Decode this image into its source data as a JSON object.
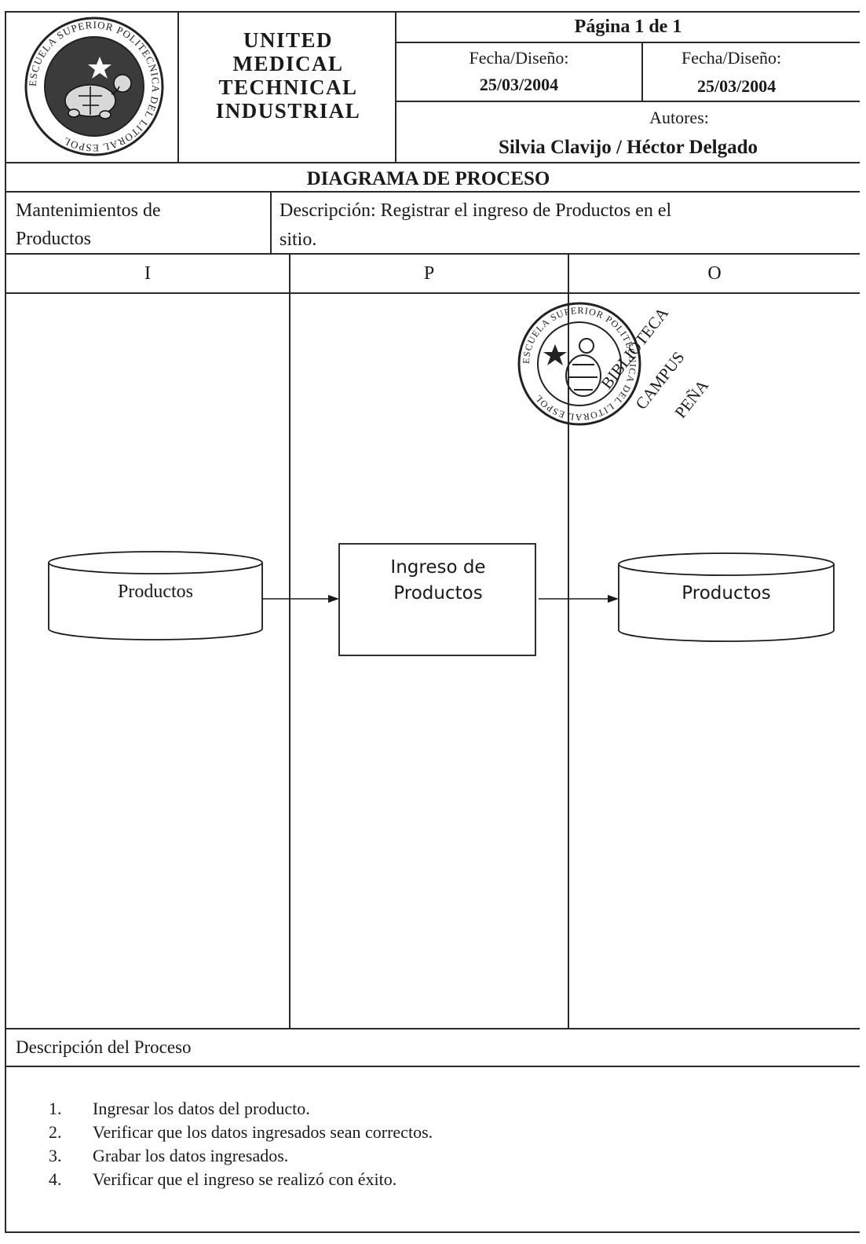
{
  "header": {
    "logo_text": "ESCUELA SUPERIOR POLITECNICA DEL LITORAL ESPOL",
    "company_lines": [
      "UNITED",
      "MEDICAL",
      "TECHNICAL",
      "INDUSTRIAL"
    ],
    "page_label": "Página 1 de 1",
    "fecha_left_label": "Fecha/Diseño:",
    "fecha_left_value": "25/03/2004",
    "fecha_right_label": "Fecha/Diseño:",
    "fecha_right_value": "25/03/2004",
    "autores_label": "Autores:",
    "autores_value": "Silvia Clavijo / Héctor Delgado"
  },
  "title": "DIAGRAMA DE PROCESO",
  "module": {
    "line1": "Mantenimientos de",
    "line2": "Productos"
  },
  "description": {
    "line1": "Descripción: Registrar el ingreso de Productos  en el",
    "line2": "sitio."
  },
  "columns": [
    "I",
    "P",
    "O"
  ],
  "diagram": {
    "input_label": "Productos",
    "process_line1": "Ingreso de",
    "process_line2": "Productos",
    "output_label": "Productos"
  },
  "stamp": {
    "ring_text": "ESCUELA SUPERIOR POLITECNICA DEL LITORAL ESPOL",
    "library_lines": [
      "BIBLIOTECA",
      "CAMPUS",
      "PEÑA"
    ]
  },
  "process_section": {
    "title": "Descripción del Proceso",
    "steps": [
      {
        "num": "1.",
        "text": "Ingresar los datos del producto."
      },
      {
        "num": "2.",
        "text": "Verificar que los datos ingresados sean correctos."
      },
      {
        "num": "3.",
        "text": "Grabar los datos ingresados."
      },
      {
        "num": "4.",
        "text": "Verificar que el ingreso se realizó con éxito."
      }
    ]
  }
}
